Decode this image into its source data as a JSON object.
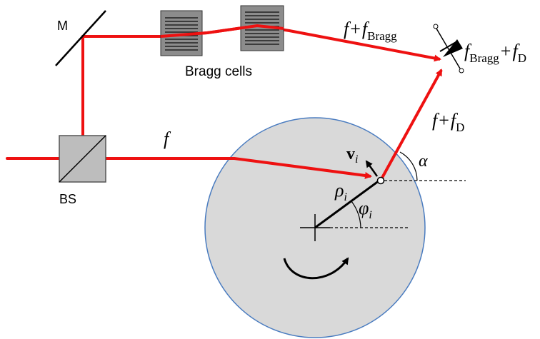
{
  "labels": {
    "mirror": "M",
    "beam_splitter": "BS",
    "bragg_cells": "Bragg cells",
    "beam_f": "f",
    "f": "f",
    "plus": "+",
    "f_sub": "f",
    "bragg_sub": "Bragg",
    "d_sub": "D",
    "angle_alpha": "α",
    "velocity": "v",
    "index_i": "i",
    "rho": "ρ",
    "phi": "φ"
  },
  "colors": {
    "beam": "#ee1111",
    "disk_fill": "#d9d9d9",
    "disk_edge": "#4a7cc0",
    "bragg_fill": "#8c8c8c",
    "bs_fill": "#bdbdbd",
    "ink": "#000000"
  }
}
